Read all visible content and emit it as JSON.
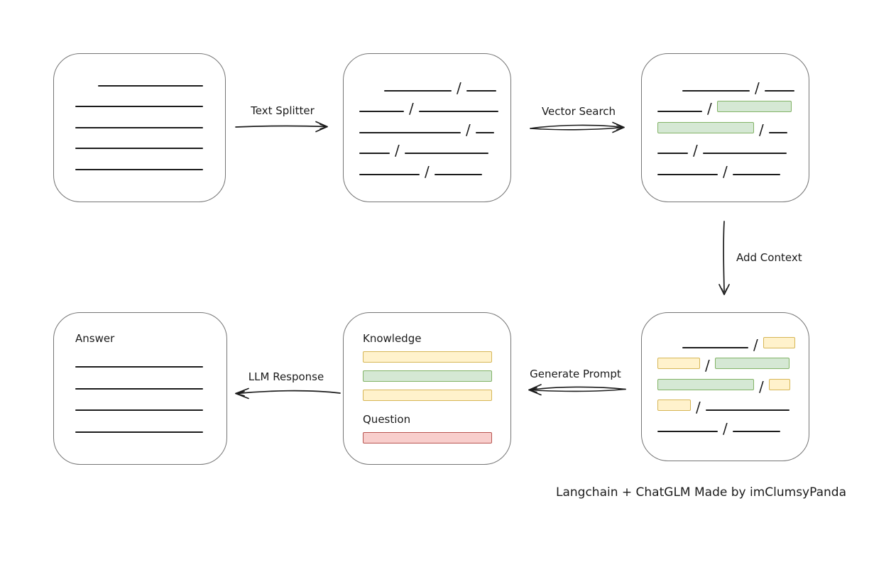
{
  "palette": {
    "green_fill": "#d5e8d4",
    "green_stroke": "#82b366",
    "yellow_fill": "#fff2cc",
    "yellow_stroke": "#d6b656",
    "red_fill": "#f8cecc",
    "red_stroke": "#b85450",
    "box_stroke": "#757575",
    "line_color": "#1c1c1c"
  },
  "glyphs": {
    "slash": "/"
  },
  "labels": {
    "text_splitter": "Text Splitter",
    "vector_search": "Vector Search",
    "add_context": "Add Context",
    "generate_prompt": "Generate Prompt",
    "llm_response": "LLM Response",
    "knowledge": "Knowledge",
    "question": "Question",
    "answer": "Answer",
    "caption": "Langchain + ChatGLM Made by imClumsyPanda"
  },
  "boxes": {
    "document": {
      "rows": [
        [
          {
            "t": "line",
            "w": 148,
            "ml": 62
          }
        ],
        [
          {
            "t": "line",
            "w": 180,
            "ml": 30
          }
        ],
        [
          {
            "t": "line",
            "w": 180,
            "ml": 30
          }
        ],
        [
          {
            "t": "line",
            "w": 180,
            "ml": 30
          }
        ],
        [
          {
            "t": "line",
            "w": 180,
            "ml": 30
          }
        ]
      ]
    },
    "chunks": {
      "rows": [
        [
          {
            "t": "line",
            "w": 95,
            "ml": 35
          },
          {
            "t": "slash"
          },
          {
            "t": "line",
            "w": 42
          }
        ],
        [
          {
            "t": "line",
            "w": 63
          },
          {
            "t": "slash"
          },
          {
            "t": "line",
            "w": 112
          }
        ],
        [
          {
            "t": "line",
            "w": 143
          },
          {
            "t": "slash"
          },
          {
            "t": "line",
            "w": 26
          }
        ],
        [
          {
            "t": "line",
            "w": 43
          },
          {
            "t": "slash"
          },
          {
            "t": "line",
            "w": 118
          }
        ],
        [
          {
            "t": "line",
            "w": 85
          },
          {
            "t": "slash"
          },
          {
            "t": "line",
            "w": 67
          }
        ]
      ]
    },
    "search_result": {
      "rows": [
        [
          {
            "t": "line",
            "w": 95,
            "ml": 35
          },
          {
            "t": "slash"
          },
          {
            "t": "line",
            "w": 42
          }
        ],
        [
          {
            "t": "line",
            "w": 63
          },
          {
            "t": "slash"
          },
          {
            "t": "chip",
            "c": "green",
            "w": 103
          }
        ],
        [
          {
            "t": "chip",
            "c": "green",
            "w": 134
          },
          {
            "t": "slash"
          },
          {
            "t": "line",
            "w": 26
          }
        ],
        [
          {
            "t": "line",
            "w": 43
          },
          {
            "t": "slash"
          },
          {
            "t": "line",
            "w": 118
          }
        ],
        [
          {
            "t": "line",
            "w": 85
          },
          {
            "t": "slash"
          },
          {
            "t": "line",
            "w": 67
          }
        ]
      ]
    },
    "context_result": {
      "rows": [
        [
          {
            "t": "line",
            "w": 93,
            "ml": 35
          },
          {
            "t": "slash"
          },
          {
            "t": "chip",
            "c": "yellow",
            "w": 43
          }
        ],
        [
          {
            "t": "chip",
            "c": "yellow",
            "w": 58
          },
          {
            "t": "slash"
          },
          {
            "t": "chip",
            "c": "green",
            "w": 103
          }
        ],
        [
          {
            "t": "chip",
            "c": "green",
            "w": 134
          },
          {
            "t": "slash"
          },
          {
            "t": "chip",
            "c": "yellow",
            "w": 28
          }
        ],
        [
          {
            "t": "chip",
            "c": "yellow",
            "w": 45
          },
          {
            "t": "slash"
          },
          {
            "t": "line",
            "w": 118
          }
        ],
        [
          {
            "t": "line",
            "w": 85
          },
          {
            "t": "slash"
          },
          {
            "t": "line",
            "w": 67
          }
        ]
      ]
    },
    "prompt": {
      "knowledge_bars": [
        [
          {
            "t": "chip",
            "c": "yellow",
            "w": 180
          }
        ],
        [
          {
            "t": "chip",
            "c": "green",
            "w": 180
          }
        ],
        [
          {
            "t": "chip",
            "c": "yellow",
            "w": 180
          }
        ]
      ],
      "question_bar": [
        [
          {
            "t": "chip",
            "c": "red",
            "w": 180
          }
        ]
      ]
    },
    "answer": {
      "rows": [
        [
          {
            "t": "line",
            "w": 180
          }
        ],
        [
          {
            "t": "line",
            "w": 180
          }
        ],
        [
          {
            "t": "line",
            "w": 180
          }
        ],
        [
          {
            "t": "line",
            "w": 180
          }
        ]
      ]
    }
  }
}
